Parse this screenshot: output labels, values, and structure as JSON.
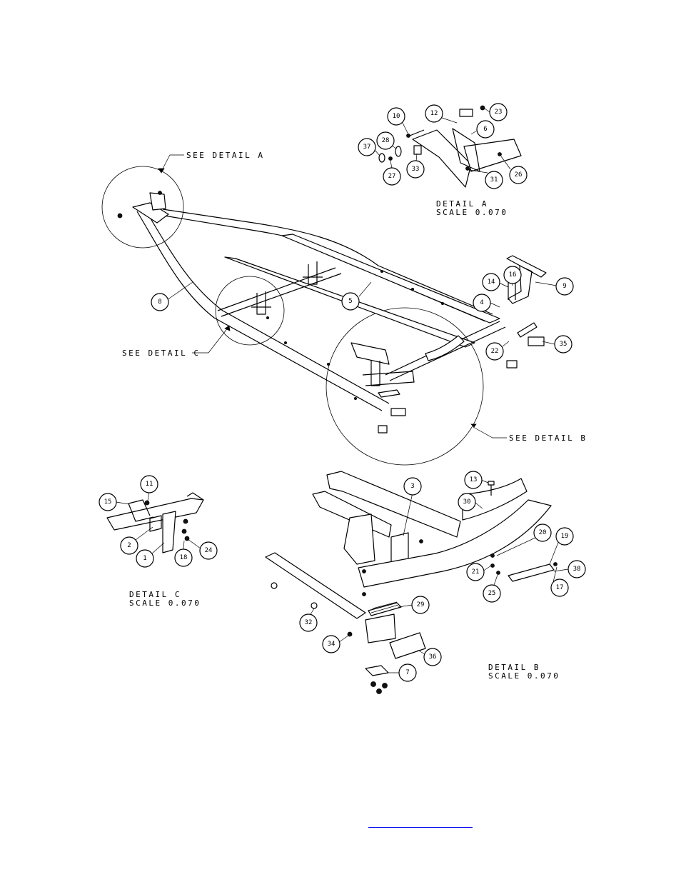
{
  "callouts": [
    {
      "label": "10"
    },
    {
      "label": "12"
    },
    {
      "label": "23"
    },
    {
      "label": "6"
    },
    {
      "label": "37"
    },
    {
      "label": "28"
    },
    {
      "label": "27"
    },
    {
      "label": "33"
    },
    {
      "label": "31"
    },
    {
      "label": "26"
    },
    {
      "label": "8"
    },
    {
      "label": "5"
    },
    {
      "label": "16"
    },
    {
      "label": "9"
    },
    {
      "label": "14"
    },
    {
      "label": "4"
    },
    {
      "label": "22"
    },
    {
      "label": "35"
    },
    {
      "label": "11"
    },
    {
      "label": "15"
    },
    {
      "label": "2"
    },
    {
      "label": "1"
    },
    {
      "label": "18"
    },
    {
      "label": "24"
    },
    {
      "label": "13"
    },
    {
      "label": "3"
    },
    {
      "label": "30"
    },
    {
      "label": "20"
    },
    {
      "label": "19"
    },
    {
      "label": "21"
    },
    {
      "label": "38"
    },
    {
      "label": "25"
    },
    {
      "label": "17"
    },
    {
      "label": "29"
    },
    {
      "label": "32"
    },
    {
      "label": "34"
    },
    {
      "label": "36"
    },
    {
      "label": "7"
    }
  ],
  "references": {
    "see_detail_a": "SEE DETAIL  A",
    "see_detail_b": "SEE DETAIL  B",
    "see_detail_c": "SEE DETAIL  C"
  },
  "details": {
    "a": {
      "title": "DETAIL  A",
      "scale": "SCALE  0.070"
    },
    "b": {
      "title": "DETAIL  B",
      "scale": "SCALE  0.070"
    },
    "c": {
      "title": "DETAIL  C",
      "scale": "SCALE  0.070"
    }
  }
}
